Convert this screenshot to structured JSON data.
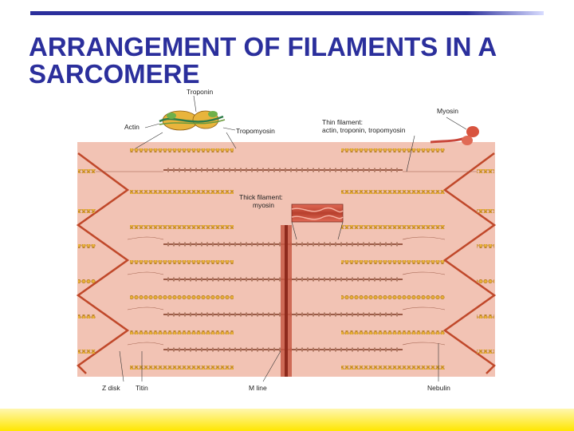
{
  "title": "ARRANGEMENT OF FILAMENTS IN A SARCOMERE",
  "labels": {
    "troponin": "Troponin",
    "actin": "Actin",
    "tropomyosin": "Tropomyosin",
    "thin_filament_line1": "Thin filament:",
    "thin_filament_line2": "actin, troponin, tropomyosin",
    "myosin": "Myosin",
    "thick_filament_line1": "Thick filament:",
    "thick_filament_line2": "myosin",
    "z_disk": "Z disk",
    "titin": "Titin",
    "m_line": "M line",
    "nebulin": "Nebulin"
  },
  "colors": {
    "title": "#2b2f9c",
    "sarcomere_bg": "#f2c3b4",
    "z_disk": "#c0482a",
    "thin_filament": "#d99a2b",
    "thick_filament": "#9b5a46",
    "m_line": "#b23a2a",
    "bottom_band": "#ffe600"
  }
}
